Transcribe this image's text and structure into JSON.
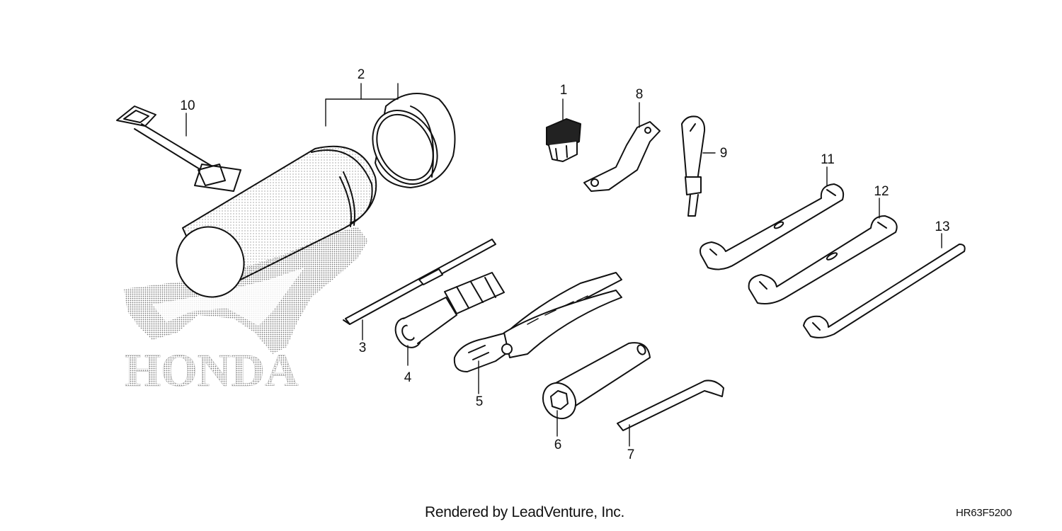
{
  "watermark": {
    "brand_text": "HONDA",
    "logo_icon": "honda-wing-icon"
  },
  "callouts": [
    "1",
    "2",
    "3",
    "4",
    "5",
    "6",
    "7",
    "8",
    "9",
    "10",
    "11",
    "12",
    "13"
  ],
  "footer": {
    "credit": "Rendered by LeadVenture, Inc.",
    "diagram_code": "HR63F5200"
  }
}
